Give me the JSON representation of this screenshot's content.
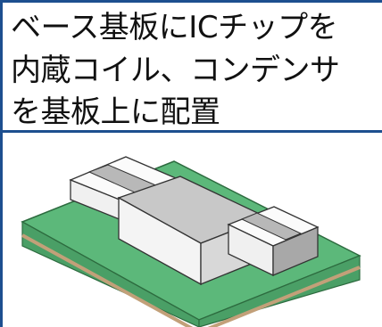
{
  "caption": {
    "line1": "ベース基板にICチップを",
    "line2": "内蔵コイル、コンデンサ",
    "line3": "を基板上に配置"
  },
  "colors": {
    "border": "#1d4f8f",
    "board_top": "#5cb87a",
    "board_side": "#4a9f66",
    "board_layer_stripe": "#c2a079",
    "component_white": "#fbfbfb",
    "component_gray": "#a8a8a8",
    "component_light_gray": "#c8c8c8"
  },
  "diagram": {
    "subject": "assembled circuit board with chip components",
    "components": [
      "coil-chip-left",
      "ic-chip-center",
      "capacitor-chip-right"
    ]
  }
}
